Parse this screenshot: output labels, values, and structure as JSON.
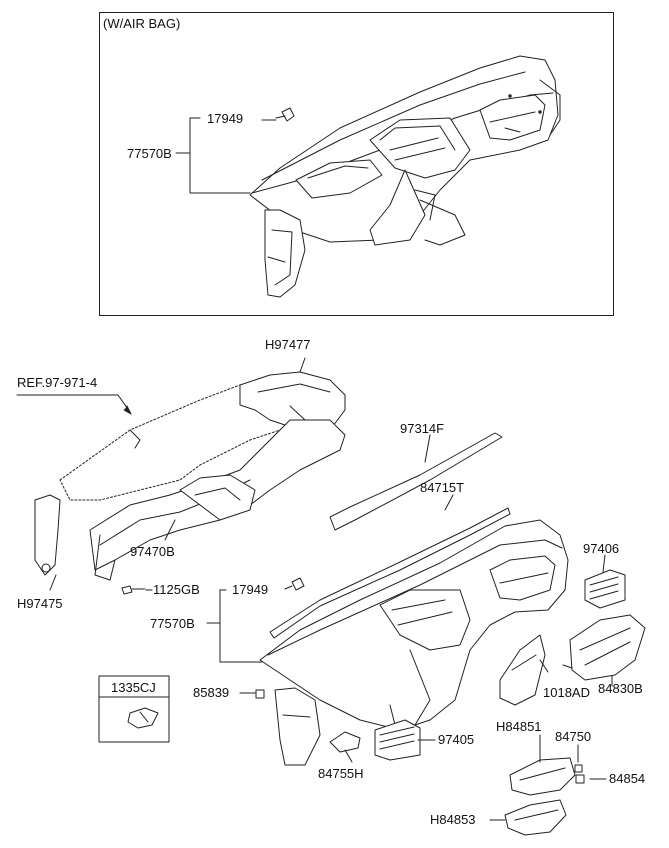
{
  "top_panel": {
    "caption": "(W/AIR BAG)",
    "labels": {
      "bolt": "17949",
      "dash": "77570B"
    }
  },
  "lower": {
    "ref": "REF.97-971-4",
    "duct_top": "H97477",
    "duct_main": "97470B",
    "duct_left": "H97475",
    "screw": "1125GB",
    "bolt": "17949",
    "dash": "77570B",
    "strip_upper": "97314F",
    "strip_lower": "84715T",
    "vent_right": "97406",
    "cover_right": "84830B",
    "screw_right": "1018AD",
    "clip": "85839",
    "vent_center": "97405",
    "bracket": "84755H",
    "shroud_upper": "H84851",
    "shroud_clip": "84750",
    "shroud_nut": "84854",
    "shroud_lower": "H84853",
    "legend_part": "1335CJ"
  }
}
